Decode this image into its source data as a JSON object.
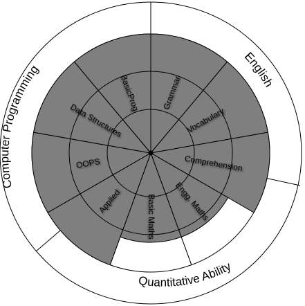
{
  "diagram": {
    "categories": [
      {
        "name": "English"
      },
      {
        "name": "Quantitative Ability"
      },
      {
        "name": "Computer Programming"
      }
    ],
    "segments": [
      {
        "label": "Grammar",
        "level": 1.0
      },
      {
        "label": "Vocabulary",
        "level": 1.0
      },
      {
        "label": "Comprehension",
        "level": 1.0
      },
      {
        "label": "Engg. Maths",
        "level": 0.75
      },
      {
        "label": "Basic Maths",
        "level": 0.75
      },
      {
        "label": "Applied",
        "level": 1.0
      },
      {
        "label": "OOPS",
        "level": 1.0
      },
      {
        "label": "Data Structures",
        "level": 1.0
      },
      {
        "label": "BasicProg",
        "level": 1.0
      }
    ],
    "colors": {
      "filled": "#7f7f7f",
      "empty": "#ffffff",
      "line": "#000000"
    }
  }
}
